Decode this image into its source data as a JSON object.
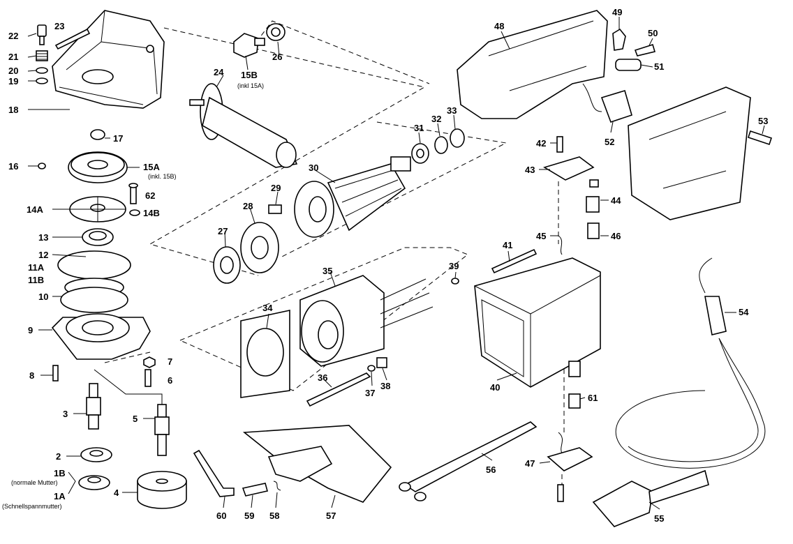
{
  "labels": [
    {
      "id": "22",
      "text": "22"
    },
    {
      "id": "23",
      "text": "23"
    },
    {
      "id": "21",
      "text": "21"
    },
    {
      "id": "20",
      "text": "20"
    },
    {
      "id": "19",
      "text": "19"
    },
    {
      "id": "18",
      "text": "18"
    },
    {
      "id": "17",
      "text": "17"
    },
    {
      "id": "16",
      "text": "16"
    },
    {
      "id": "15A",
      "text": "15A"
    },
    {
      "id": "62",
      "text": "62"
    },
    {
      "id": "14A",
      "text": "14A"
    },
    {
      "id": "14B",
      "text": "14B"
    },
    {
      "id": "13",
      "text": "13"
    },
    {
      "id": "12",
      "text": "12"
    },
    {
      "id": "11A",
      "text": "11A"
    },
    {
      "id": "11B",
      "text": "11B"
    },
    {
      "id": "10",
      "text": "10"
    },
    {
      "id": "9",
      "text": "9"
    },
    {
      "id": "7",
      "text": "7"
    },
    {
      "id": "8",
      "text": "8"
    },
    {
      "id": "6",
      "text": "6"
    },
    {
      "id": "3",
      "text": "3"
    },
    {
      "id": "5",
      "text": "5"
    },
    {
      "id": "2",
      "text": "2"
    },
    {
      "id": "1B",
      "text": "1B"
    },
    {
      "id": "1A",
      "text": "1A"
    },
    {
      "id": "4",
      "text": "4"
    },
    {
      "id": "24",
      "text": "24"
    },
    {
      "id": "15B",
      "text": "15B"
    },
    {
      "id": "26",
      "text": "26"
    },
    {
      "id": "30",
      "text": "30"
    },
    {
      "id": "31",
      "text": "31"
    },
    {
      "id": "32",
      "text": "32"
    },
    {
      "id": "33",
      "text": "33"
    },
    {
      "id": "29",
      "text": "29"
    },
    {
      "id": "28",
      "text": "28"
    },
    {
      "id": "27",
      "text": "27"
    },
    {
      "id": "35",
      "text": "35"
    },
    {
      "id": "39",
      "text": "39"
    },
    {
      "id": "34",
      "text": "34"
    },
    {
      "id": "36",
      "text": "36"
    },
    {
      "id": "37",
      "text": "37"
    },
    {
      "id": "38",
      "text": "38"
    },
    {
      "id": "41",
      "text": "41"
    },
    {
      "id": "40",
      "text": "40"
    },
    {
      "id": "42",
      "text": "42"
    },
    {
      "id": "43",
      "text": "43"
    },
    {
      "id": "44",
      "text": "44"
    },
    {
      "id": "45",
      "text": "45"
    },
    {
      "id": "46",
      "text": "46"
    },
    {
      "id": "47",
      "text": "47"
    },
    {
      "id": "48",
      "text": "48"
    },
    {
      "id": "49",
      "text": "49"
    },
    {
      "id": "50",
      "text": "50"
    },
    {
      "id": "51",
      "text": "51"
    },
    {
      "id": "52",
      "text": "52"
    },
    {
      "id": "53",
      "text": "53"
    },
    {
      "id": "54",
      "text": "54"
    },
    {
      "id": "55",
      "text": "55"
    },
    {
      "id": "56",
      "text": "56"
    },
    {
      "id": "57",
      "text": "57"
    },
    {
      "id": "58",
      "text": "58"
    },
    {
      "id": "59",
      "text": "59"
    },
    {
      "id": "60",
      "text": "60"
    },
    {
      "id": "61",
      "text": "61"
    }
  ],
  "notes": {
    "inkl_15A": "(inkl 15A)",
    "inkl_15B": "(inkl. 15B)",
    "normale_mutter": "(normale Mutter)",
    "schnellspannmutter": "(Schnellspannmutter)"
  }
}
